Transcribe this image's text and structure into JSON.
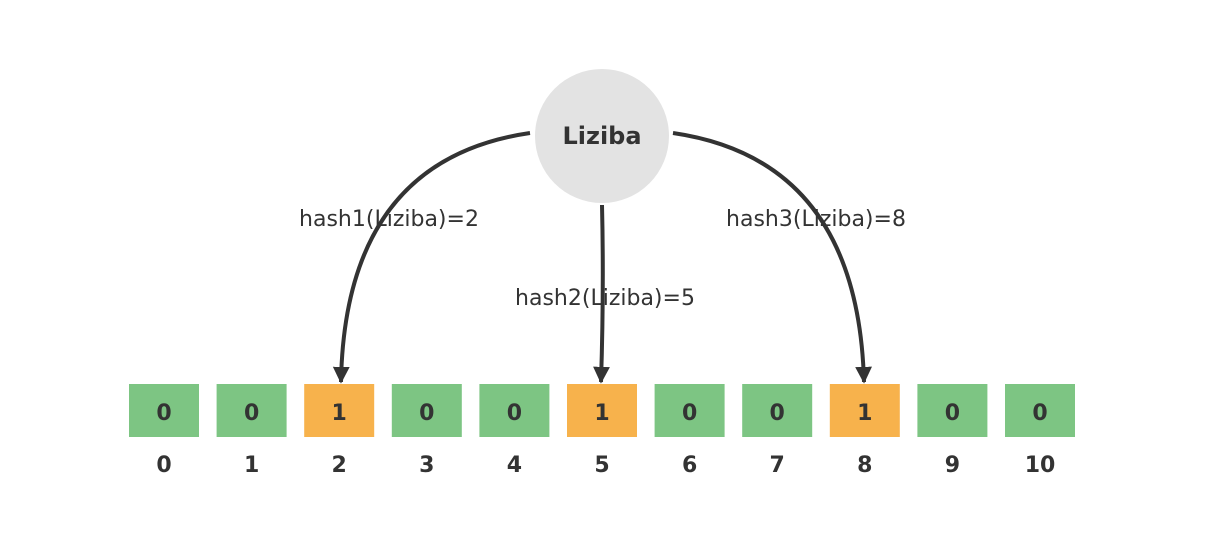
{
  "node": {
    "label": "Liziba"
  },
  "hashes": [
    {
      "label": "hash1(Liziba)=2",
      "target_index": 2
    },
    {
      "label": "hash2(Liziba)=5",
      "target_index": 5
    },
    {
      "label": "hash3(Liziba)=8",
      "target_index": 8
    }
  ],
  "bit_array": {
    "values": [
      "0",
      "0",
      "1",
      "0",
      "0",
      "1",
      "0",
      "0",
      "1",
      "0",
      "0"
    ],
    "indices": [
      "0",
      "1",
      "2",
      "3",
      "4",
      "5",
      "6",
      "7",
      "8",
      "9",
      "10"
    ]
  },
  "colors": {
    "zero_cell": "#7dc583",
    "one_cell": "#f7b24c",
    "node_fill": "#e3e3e3",
    "arrow": "#333333",
    "text": "#333333"
  }
}
